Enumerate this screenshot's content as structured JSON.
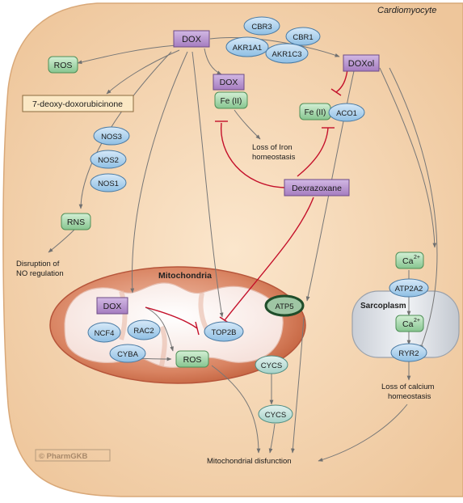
{
  "diagram": {
    "cell_label": "Cardiomyocyte",
    "mitochondria_label": "Mitochondria",
    "sarcoplasm_label": "Sarcoplasm",
    "credit": "© PharmGKB"
  },
  "nodes": {
    "dox_top": "DOX",
    "doxol": "DOXol",
    "ros_top": "ROS",
    "deoxy_dox": "7-deoxy-doxorubicinone",
    "dox_fe": "DOX",
    "fe_left": "Fe (II)",
    "fe_right": "Fe (II)",
    "aco1": "ACO1",
    "cbr3": "CBR3",
    "cbr1": "CBR1",
    "akr1a1": "AKR1A1",
    "akr1c3": "AKR1C3",
    "nos3": "NOS3",
    "nos2": "NOS2",
    "nos1": "NOS1",
    "rns": "RNS",
    "dexrazoxane": "Dexrazoxane",
    "dox_mito": "DOX",
    "ncf4": "NCF4",
    "rac2": "RAC2",
    "cyba": "CYBA",
    "ros_mito": "ROS",
    "top2b": "TOP2B",
    "atp5": "ATP5",
    "cycs_1": "CYCS",
    "cycs_2": "CYCS",
    "ca_top_base": "Ca",
    "ca_top_sup": "2+",
    "atp2a2": "ATP2A2",
    "ca_bot_base": "Ca",
    "ca_bot_sup": "2+",
    "ryr2": "RYR2"
  },
  "outcomes": {
    "iron_line1": "Loss of Iron",
    "iron_line2": "homeostasis",
    "no_line1": "Disruption of",
    "no_line2": "NO regulation",
    "calcium_line1": "Loss of calcium",
    "calcium_line2": "homeostasis",
    "mito_dysfunction": "Mitochondrial disfunction"
  },
  "colors": {
    "drug": "#b591cc",
    "protein": "#a9cdea",
    "metabolite": "#9fd2a5",
    "inhibition": "#c4102a",
    "cell": "#f0cfa6",
    "mito_outer": "#cf7552"
  }
}
